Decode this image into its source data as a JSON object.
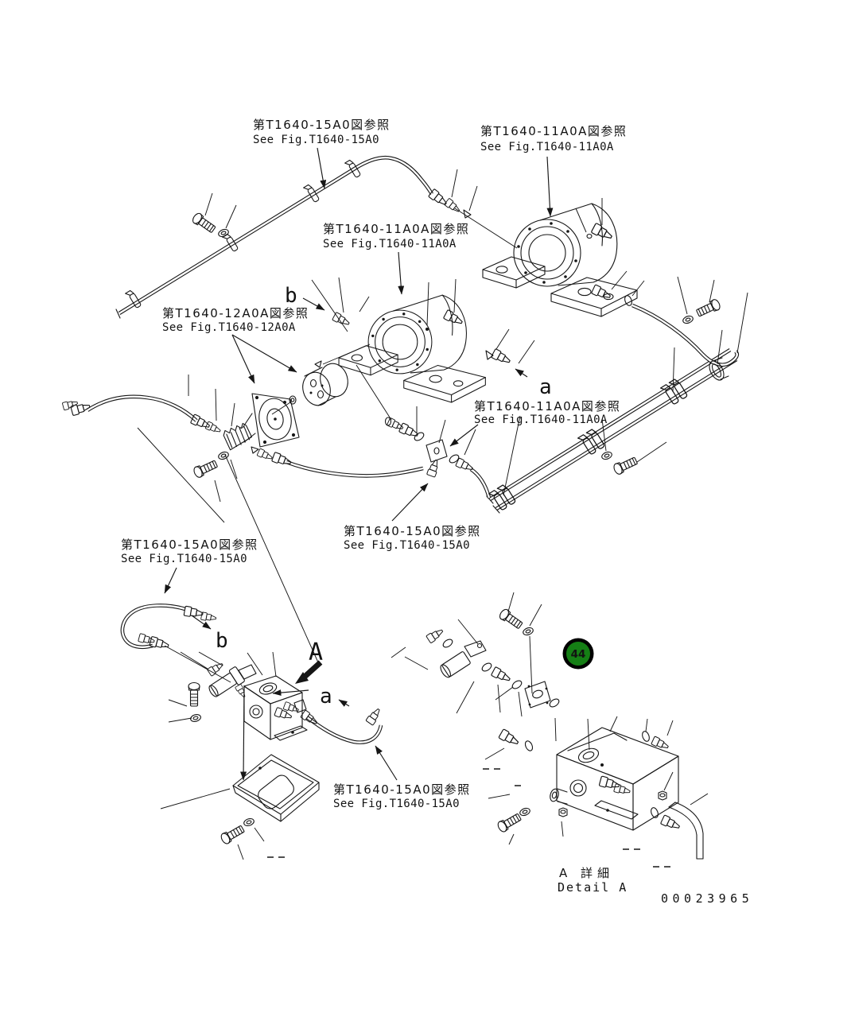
{
  "figure": {
    "type": "parts-exploded-diagram",
    "colors": {
      "line": "#161616",
      "background": "#ffffff"
    },
    "references": [
      {
        "jp": "第T1640-15A0図参照",
        "en": "See Fig.T1640-15A0"
      },
      {
        "jp": "第T1640-11A0A図参照",
        "en": "See Fig.T1640-11A0A"
      },
      {
        "jp": "第T1640-11A0A図参照",
        "en": "See Fig.T1640-11A0A"
      },
      {
        "jp": "第T1640-12A0A図参照",
        "en": "See Fig.T1640-12A0A"
      },
      {
        "jp": "第T1640-11A0A図参照",
        "en": "See Fig.T1640-11A0A"
      },
      {
        "jp": "第T1640-15A0図参照",
        "en": "See Fig.T1640-15A0"
      },
      {
        "jp": "第T1640-15A0図参照",
        "en": "See Fig.T1640-15A0"
      },
      {
        "jp": "第T1640-15A0図参照",
        "en": "See Fig.T1640-15A0"
      }
    ],
    "detail_label": {
      "jp": "A 詳細",
      "en": "Detail A"
    },
    "drawing_number": "00023965",
    "callout": {
      "number": "44",
      "fill": "#157f15",
      "ring": "#000000",
      "text_color": "#ffffff"
    },
    "view_letters": {
      "b_upper": "b",
      "a_upper": "a",
      "b_lower": "b",
      "a_lower": "a",
      "view_arrow": "A"
    }
  }
}
